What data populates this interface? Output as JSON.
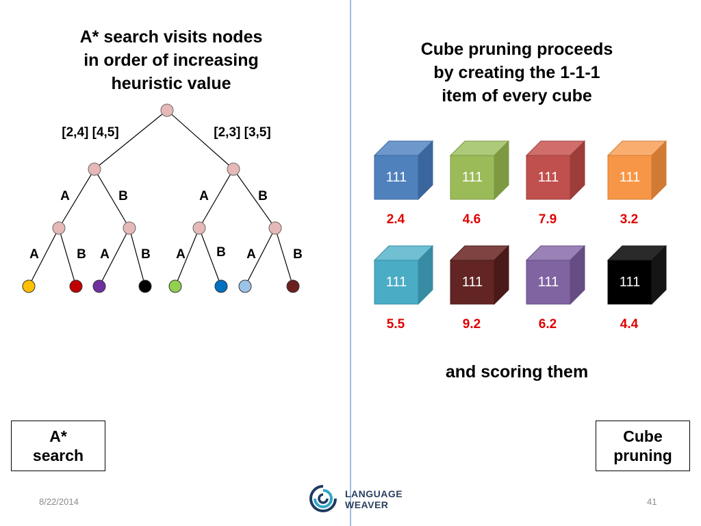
{
  "slide": {
    "left_title": "A* search visits nodes\nin order of increasing\nheuristic value",
    "right_title": "Cube pruning proceeds\nby creating the 1-1-1\nitem of every cube",
    "scoring_text": "and scoring them",
    "astar_label": "A*\nsearch",
    "cube_label": "Cube\npruning",
    "date": "8/22/2014",
    "page_number": "41"
  },
  "logo": {
    "line1": "LANGUAGE",
    "line2": "WEAVER",
    "icon": "language-weaver-swirl-icon"
  },
  "tree": {
    "span_left": "[2,4] [4,5]",
    "span_right": "[2,3] [3,5]",
    "edge_labels": [
      "A",
      "B",
      "A",
      "B",
      "A",
      "B",
      "A",
      "B",
      "A",
      "B",
      "A",
      "B"
    ],
    "node_color": "#e6b8b8",
    "leaf_colors": [
      "#ffc000",
      "#c00000",
      "#7030a0",
      "#000000",
      "#92d050",
      "#0070c0",
      "#9dc3e6",
      "#6b2020"
    ]
  },
  "cubes": {
    "label": "111",
    "score_color": "#e00000",
    "items": [
      {
        "front": "#4f81bd",
        "top": "#6e98cc",
        "side": "#3a669d",
        "score": "2.4"
      },
      {
        "front": "#9bbb59",
        "top": "#adc97a",
        "side": "#7d9a43",
        "score": "4.6"
      },
      {
        "front": "#c0504d",
        "top": "#cf6e6b",
        "side": "#9c3d3a",
        "score": "7.9"
      },
      {
        "front": "#f79646",
        "top": "#f9ae70",
        "side": "#d07a33",
        "score": "3.2"
      },
      {
        "front": "#4bacc6",
        "top": "#70bfd3",
        "side": "#378ca4",
        "score": "5.5"
      },
      {
        "front": "#632523",
        "top": "#7f4442",
        "side": "#4a1a18",
        "score": "9.2"
      },
      {
        "front": "#8064a2",
        "top": "#9a82b6",
        "side": "#654d84",
        "score": "6.2"
      },
      {
        "front": "#000000",
        "top": "#2a2a2a",
        "side": "#151515",
        "score": "4.4"
      }
    ]
  }
}
